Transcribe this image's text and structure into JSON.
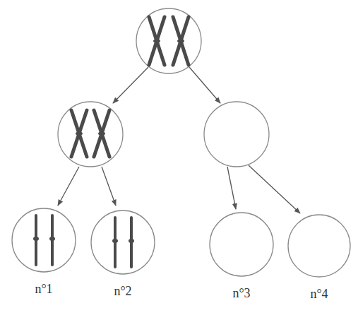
{
  "diagram": {
    "nodes": [
      {
        "text": [
          "n°1"
        ]
      },
      {
        "text": [
          "n°2"
        ]
      },
      {
        "text": [
          "n°3"
        ]
      },
      {
        "text": [
          "n°4"
        ]
      }
    ]
  }
}
